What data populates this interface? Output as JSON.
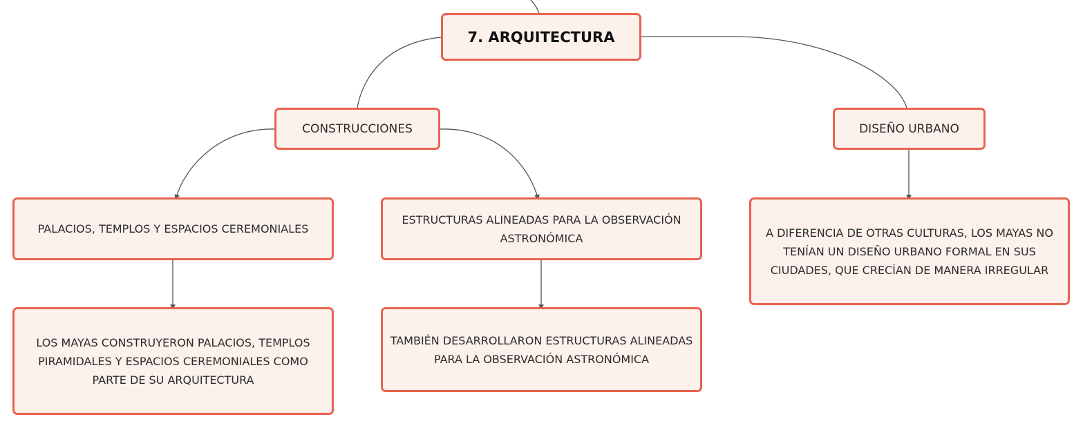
{
  "colors": {
    "node_border": "#e8634f",
    "node_fill": "#fdf1ec",
    "connector": "#555555"
  },
  "mindmap": {
    "root": {
      "label": "7. ARQUITECTURA"
    },
    "construcciones": {
      "label": "CONSTRUCCIONES",
      "palacios": {
        "label": "PALACIOS, TEMPLOS Y ESPACIOS CEREMONIALES",
        "detail": "LOS MAYAS CONSTRUYERON PALACIOS, TEMPLOS PIRAMIDALES Y ESPACIOS CEREMONIALES COMO PARTE DE SU ARQUITECTURA"
      },
      "estructuras": {
        "label": "ESTRUCTURAS ALINEADAS PARA LA OBSERVACIÓN ASTRONÓMICA",
        "detail": "TAMBIÉN DESARROLLARON ESTRUCTURAS ALINEADAS PARA LA OBSERVACIÓN ASTRONÓMICA"
      }
    },
    "diseno_urbano": {
      "label": "DISEÑO URBANO",
      "detail": "A DIFERENCIA DE OTRAS CULTURAS, LOS MAYAS NO TENÍAN UN DISEÑO URBANO FORMAL EN SUS CIUDADES, QUE CRECÍAN DE MANERA IRREGULAR"
    }
  }
}
